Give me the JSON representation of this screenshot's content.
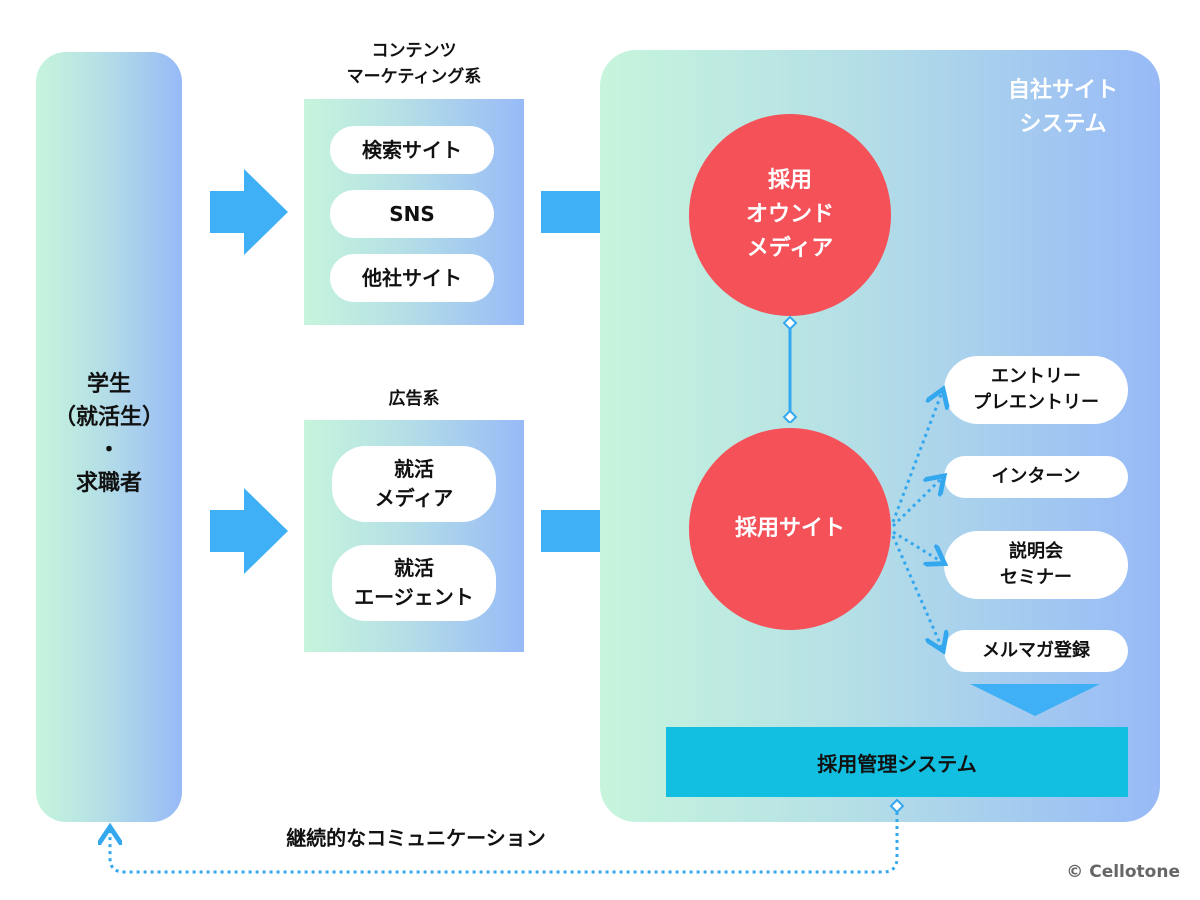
{
  "student_column": {
    "label": "学生\n（就活生）\n・\n求職者"
  },
  "content_marketing": {
    "title": "コンテンツ\nマーケティング系",
    "items": [
      "検索サイト",
      "SNS",
      "他社サイト"
    ]
  },
  "advertising": {
    "title": "広告系",
    "items": [
      "就活\nメディア",
      "就活\nエージェント"
    ]
  },
  "own_site_system": {
    "title": "自社サイト\nシステム",
    "owned_media": "採用\nオウンド\nメディア",
    "recruit_site": "採用サイト",
    "actions": [
      "エントリー\nプレエントリー",
      "インターン",
      "説明会\nセミナー",
      "メルマガ登録"
    ],
    "ats": "採用管理システム"
  },
  "footer": {
    "communication": "継続的なコミュニケーション",
    "copyright": "© Cellotone"
  },
  "colors": {
    "gradient_start": "#c6f5dc",
    "gradient_end": "#97baf7",
    "arrow": "#3fb0f5",
    "circle": "#f45158",
    "ats": "#12bfe0",
    "dotted_line": "#34a8ef"
  }
}
